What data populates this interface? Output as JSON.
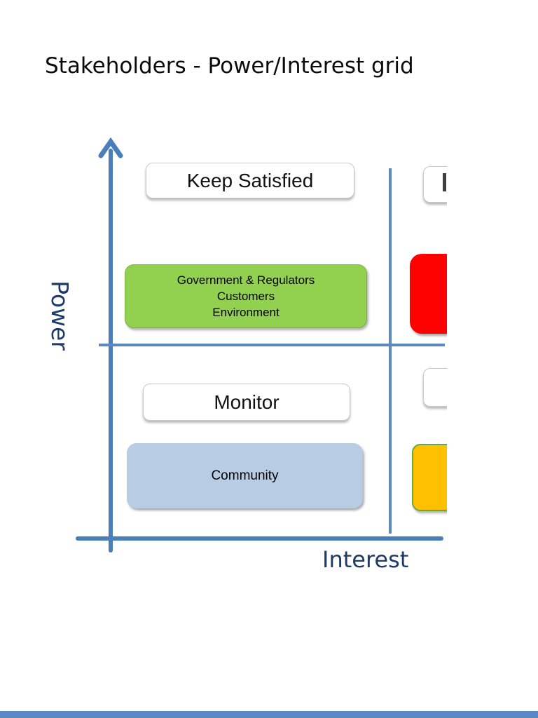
{
  "page": {
    "title": "Stakeholders - Power/Interest grid",
    "background_color": "#FFFFFF",
    "separator_bar_color": "#5B87C5"
  },
  "diagram": {
    "type": "power-interest-quadrant-grid",
    "y_axis_label": "Power",
    "x_axis_label": "Interest",
    "axis_color": "#4A7EBB",
    "divider_color": "#5C88C3",
    "axis_label_color": "#1E3A68",
    "quadrants": {
      "top_left": {
        "label": "Keep Satisfied",
        "stakeholders": [
          "Government & Regulators",
          "Customers",
          "Environment"
        ],
        "stakeholder_box_color": "#92D050"
      },
      "bottom_left": {
        "label": "Monitor",
        "stakeholders": [
          "Community"
        ],
        "stakeholder_box_color": "#B8CCE4"
      },
      "top_right": {
        "label": "",
        "label_cut_off": true,
        "stakeholder_box_color": "#FE0101"
      },
      "bottom_right": {
        "label": "",
        "label_cut_off": true,
        "stakeholder_box_color": "#FFC000",
        "stakeholder_box_border_color": "#69A83C"
      }
    }
  }
}
